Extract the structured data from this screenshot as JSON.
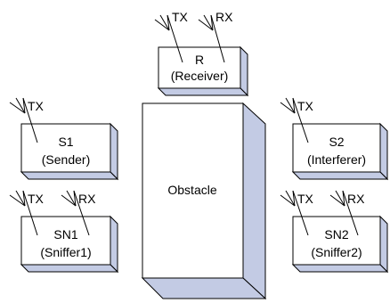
{
  "colors": {
    "shadow": "#c3cbe4",
    "outline": "#000000",
    "face": "#ffffff"
  },
  "nodes": {
    "receiver": {
      "line1": "R",
      "line2": "(Receiver)",
      "tx": "TX",
      "rx": "RX"
    },
    "sender": {
      "line1": "S1",
      "line2": "(Sender)",
      "tx": "TX"
    },
    "sniffer1": {
      "line1": "SN1",
      "line2": "(Sniffer1)",
      "tx": "TX",
      "rx": "RX"
    },
    "interferer": {
      "line1": "S2",
      "line2": "(Interferer)",
      "tx": "TX"
    },
    "sniffer2": {
      "line1": "SN2",
      "line2": "(Sniffer2)",
      "tx": "TX",
      "rx": "RX"
    }
  },
  "obstacle": {
    "label": "Obstacle"
  }
}
